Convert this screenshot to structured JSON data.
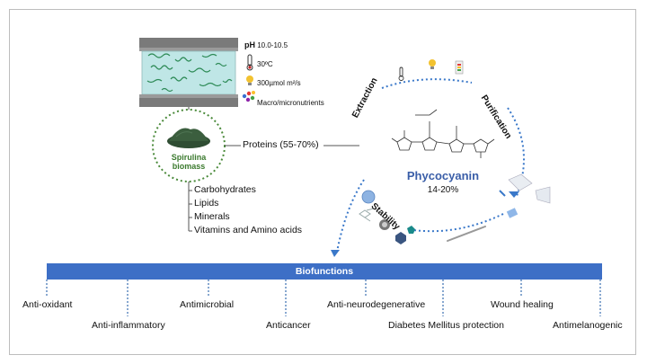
{
  "culture": {
    "ph_label": "pH",
    "ph_value": "10.0-10.5",
    "temperature": "30ºC",
    "light": "300µmol m²/s",
    "nutrients": "Macro/micronutrients"
  },
  "biomass_label_line1": "Spirulina",
  "biomass_label_line2": "biomass",
  "proteins_label": "Proteins (55-70%)",
  "components": [
    "Carbohydrates",
    "Lipids",
    "Minerals",
    "Vitamins and Amino acids"
  ],
  "cycle": {
    "steps": [
      "Extraction",
      "Purification",
      "Stability"
    ],
    "center_title": "Phycocyanin",
    "center_subtitle": "14-20%"
  },
  "biofunctions": {
    "title": "Biofunctions",
    "items": [
      "Anti-oxidant",
      "Anti-inflammatory",
      "Antimicrobial",
      "Anticancer",
      "Anti-neurodegenerative",
      "Diabetes Mellitus protection",
      "Wound healing",
      "Antimelanogenic"
    ]
  },
  "colors": {
    "bar_blue": "#3d6fc6",
    "phycocyanin_blue": "#3a5ea8",
    "biomass_green": "#2f4d33",
    "dotted_green": "#4a8a3a",
    "tank_water": "#bfe6e6",
    "spirulina": "#2e8b57"
  }
}
